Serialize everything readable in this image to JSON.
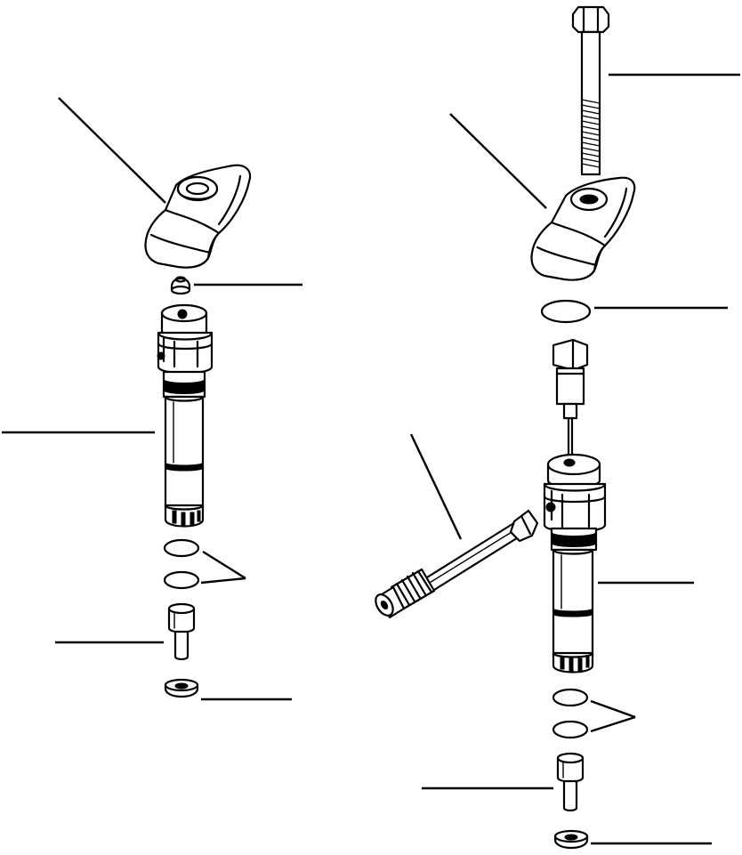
{
  "diagram": {
    "type": "exploded-parts-view",
    "assemblies": [
      {
        "id": "left",
        "parts": [
          "clamp",
          "spherical-washer",
          "injector-nozzle-holder",
          "o-rings",
          "nozzle",
          "gasket"
        ]
      },
      {
        "id": "right",
        "parts": [
          "bolt",
          "clamp",
          "o-ring",
          "pipe-connector",
          "fuel-pipe",
          "injector-nozzle-holder",
          "o-rings",
          "nozzle",
          "gasket"
        ]
      }
    ],
    "ink_color": "#000000",
    "background_color": "#ffffff"
  }
}
